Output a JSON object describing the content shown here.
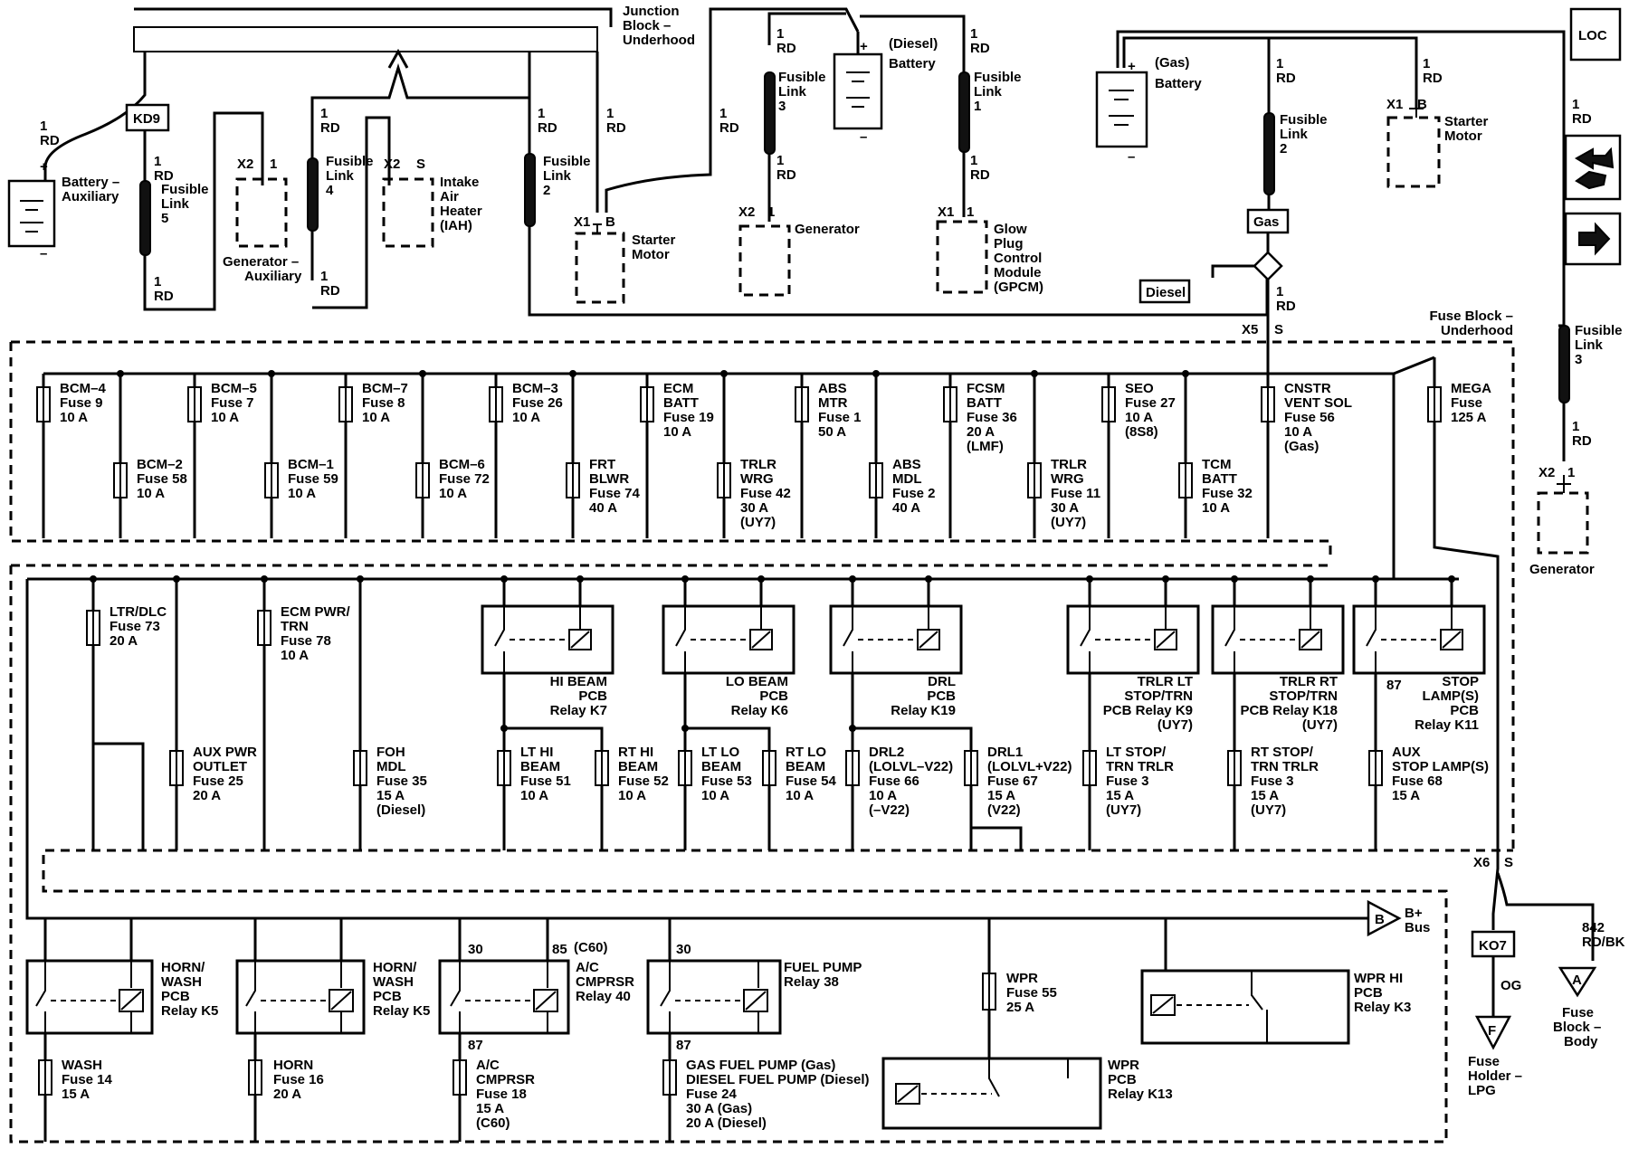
{
  "top": {
    "junction": [
      "Junction",
      "Block –",
      "Underhood"
    ],
    "batt_aux": {
      "wire": [
        "1",
        "RD"
      ],
      "plus": "+",
      "minus": "–",
      "label": [
        "Battery –",
        "Auxiliary"
      ]
    },
    "kd9": {
      "tag": "KD9",
      "wire_top": [
        "1",
        "RD"
      ],
      "link": [
        "Fusible",
        "Link",
        "5"
      ],
      "wire_bot": [
        "1",
        "RD"
      ]
    },
    "gen_aux": {
      "conn": [
        "X2",
        "1"
      ],
      "label": [
        "Generator –",
        "Auxiliary"
      ]
    },
    "link4": {
      "wire_top": [
        "1",
        "RD"
      ],
      "link": [
        "Fusible",
        "Link",
        "4"
      ],
      "wire_bot": [
        "1",
        "RD"
      ]
    },
    "iah": {
      "conn": [
        "X2",
        "S"
      ],
      "label": [
        "Intake",
        "Air",
        "Heater",
        "(IAH)"
      ]
    },
    "link2a": {
      "wire_top": [
        "1",
        "RD"
      ],
      "link": [
        "Fusible",
        "Link",
        "2"
      ]
    },
    "starter1": {
      "wire": [
        "1",
        "RD"
      ],
      "conn": [
        "X1",
        "B"
      ],
      "label": [
        "Starter",
        "Motor"
      ]
    },
    "diesel_feed": {
      "wire": [
        "1",
        "RD"
      ]
    },
    "link3": {
      "wire_top": [
        "1",
        "RD"
      ],
      "link": [
        "Fusible",
        "Link",
        "3"
      ],
      "wire_bot": [
        "1",
        "RD"
      ]
    },
    "gen1": {
      "conn": [
        "X2",
        "1"
      ],
      "label": "Generator"
    },
    "batt_diesel": {
      "plus": "+",
      "minus": "–",
      "label": [
        "(Diesel)",
        "Battery"
      ]
    },
    "link1": {
      "wire_top": [
        "1",
        "RD"
      ],
      "link": [
        "Fusible",
        "Link",
        "1"
      ],
      "wire_bot": [
        "1",
        "RD"
      ]
    },
    "gpcm": {
      "conn": [
        "X1",
        "1"
      ],
      "label": [
        "Glow",
        "Plug",
        "Control",
        "Module",
        "(GPCM)"
      ]
    },
    "batt_gas": {
      "plus": "+",
      "minus": "–",
      "label": [
        "(Gas)",
        "Battery"
      ]
    },
    "link2b": {
      "wire_top": [
        "1",
        "RD"
      ],
      "link": [
        "Fusible",
        "Link",
        "2"
      ]
    },
    "gas_tag": "Gas",
    "diesel_tag": "Diesel",
    "x5": {
      "wire": [
        "1",
        "RD"
      ],
      "conn": [
        "X5",
        "S"
      ]
    },
    "starter2": {
      "wire": [
        "1",
        "RD"
      ],
      "conn": [
        "X1",
        "B"
      ],
      "label": [
        "Starter",
        "Motor"
      ]
    },
    "fbu": [
      "Fuse Block –",
      "Underhood"
    ]
  },
  "right": {
    "loc": "LOC",
    "wire_top": [
      "1",
      "RD"
    ],
    "link3b": [
      "Fusible",
      "Link",
      "3"
    ],
    "wire_bot": [
      "1",
      "RD"
    ],
    "gen2": {
      "conn": [
        "X2",
        "1"
      ],
      "label": "Generator"
    },
    "x6": [
      "X6",
      "S"
    ],
    "ko7": "KO7",
    "og": "OG",
    "lpg": {
      "symbol": "F",
      "label": [
        "Fuse",
        "Holder –",
        "LPG"
      ]
    },
    "w842": [
      "842",
      "RD/BK"
    ],
    "fbb": {
      "symbol": "A",
      "label": [
        "Fuse",
        "Block –",
        "Body"
      ]
    }
  },
  "row1": [
    [
      "BCM–4",
      "Fuse 9",
      "10 A"
    ],
    [
      "BCM–2",
      "Fuse 58",
      "10 A"
    ],
    [
      "BCM–5",
      "Fuse 7",
      "10 A"
    ],
    [
      "BCM–1",
      "Fuse 59",
      "10 A"
    ],
    [
      "BCM–7",
      "Fuse 8",
      "10 A"
    ],
    [
      "BCM–6",
      "Fuse 72",
      "10 A"
    ],
    [
      "BCM–3",
      "Fuse 26",
      "10 A"
    ],
    [
      "FRT",
      "BLWR",
      "Fuse 74",
      "40 A"
    ],
    [
      "ECM",
      "BATT",
      "Fuse 19",
      "10 A"
    ],
    [
      "TRLR",
      "WRG",
      "Fuse 42",
      "30 A",
      "(UY7)"
    ],
    [
      "ABS",
      "MTR",
      "Fuse 1",
      "50 A"
    ],
    [
      "ABS",
      "MDL",
      "Fuse 2",
      "40 A"
    ],
    [
      "FCSM",
      "BATT",
      "Fuse 36",
      "20 A",
      "(LMF)"
    ],
    [
      "TRLR",
      "WRG",
      "Fuse 11",
      "30 A",
      "(UY7)"
    ],
    [
      "SEO",
      "Fuse 27",
      "10 A",
      "(8S8)"
    ],
    [
      "TCM",
      "BATT",
      "Fuse 32",
      "10 A"
    ],
    [
      "CNSTR",
      "VENT SOL",
      "Fuse 56",
      "10 A",
      "(Gas)"
    ],
    [
      "MEGA",
      "Fuse",
      "125 A"
    ]
  ],
  "row2_fuses": [
    [
      "LTR/DLC",
      "Fuse 73",
      "20 A"
    ],
    [
      "ECM PWR/",
      "TRN",
      "Fuse 78",
      "10 A"
    ],
    [
      "AUX PWR",
      "OUTLET",
      "Fuse 25",
      "20 A"
    ],
    [
      "FOH",
      "MDL",
      "Fuse 35",
      "15 A",
      "(Diesel)"
    ]
  ],
  "relays": [
    [
      "HI BEAM",
      "PCB",
      "Relay K7"
    ],
    [
      "LO BEAM",
      "PCB",
      "Relay K6"
    ],
    [
      "DRL",
      "PCB",
      "Relay K19"
    ],
    [
      "TRLR LT",
      "STOP/TRN",
      "PCB Relay K9",
      "(UY7)"
    ],
    [
      "TRLR RT",
      "STOP/TRN",
      "PCB Relay K18",
      "(UY7)"
    ],
    [
      "STOP",
      "LAMP(S)",
      "PCB",
      "Relay K11"
    ]
  ],
  "pin87": "87",
  "lower_fuses": [
    [
      "LT HI",
      "BEAM",
      "Fuse 51",
      "10 A"
    ],
    [
      "RT HI",
      "BEAM",
      "Fuse 52",
      "10 A"
    ],
    [
      "LT LO",
      "BEAM",
      "Fuse 53",
      "10 A"
    ],
    [
      "RT LO",
      "BEAM",
      "Fuse 54",
      "10 A"
    ],
    [
      "DRL2",
      "(LOLVL–V22)",
      "Fuse 66",
      "10 A",
      "(–V22)"
    ],
    [
      "DRL1",
      "(LOLVL+V22)",
      "Fuse 67",
      "15 A",
      "(V22)"
    ],
    [
      "LT STOP/",
      "TRN TRLR",
      "Fuse 3",
      "15 A",
      "(UY7)"
    ],
    [
      "RT STOP/",
      "TRN TRLR",
      "Fuse 3",
      "15 A",
      "(UY7)"
    ],
    [
      "AUX",
      "STOP LAMP(S)",
      "Fuse 68",
      "15 A"
    ]
  ],
  "bplus": {
    "symbol": "B",
    "label": [
      "B+",
      "Bus"
    ]
  },
  "bottom": {
    "relay_horn_wash1": [
      "HORN/",
      "WASH",
      "PCB",
      "Relay K5"
    ],
    "relay_horn_wash2": [
      "HORN/",
      "WASH",
      "PCB",
      "Relay K5"
    ],
    "relay_ac": [
      "A/C",
      "CMPRSR",
      "Relay 40"
    ],
    "relay_fuel": [
      "FUEL PUMP",
      "Relay 38"
    ],
    "relay_wpr_hi": [
      "WPR HI",
      "PCB",
      "Relay K3"
    ],
    "relay_wpr": [
      "WPR",
      "PCB",
      "Relay K13"
    ],
    "pins": {
      "p30a": "30",
      "p85": "85",
      "c60": "(C60)",
      "p87a": "87",
      "p30b": "30",
      "p87b": "87"
    },
    "fuse_wash": [
      "WASH",
      "Fuse 14",
      "15 A"
    ],
    "fuse_horn": [
      "HORN",
      "Fuse 16",
      "20 A"
    ],
    "fuse_ac": [
      "A/C",
      "CMPRSR",
      "Fuse 18",
      "15 A",
      "(C60)"
    ],
    "fuse_fuel": [
      "GAS FUEL PUMP (Gas)",
      "DIESEL FUEL PUMP (Diesel)",
      "Fuse 24",
      "30 A (Gas)",
      "20 A (Diesel)"
    ],
    "fuse_wpr": [
      "WPR",
      "Fuse 55",
      "25 A"
    ]
  }
}
